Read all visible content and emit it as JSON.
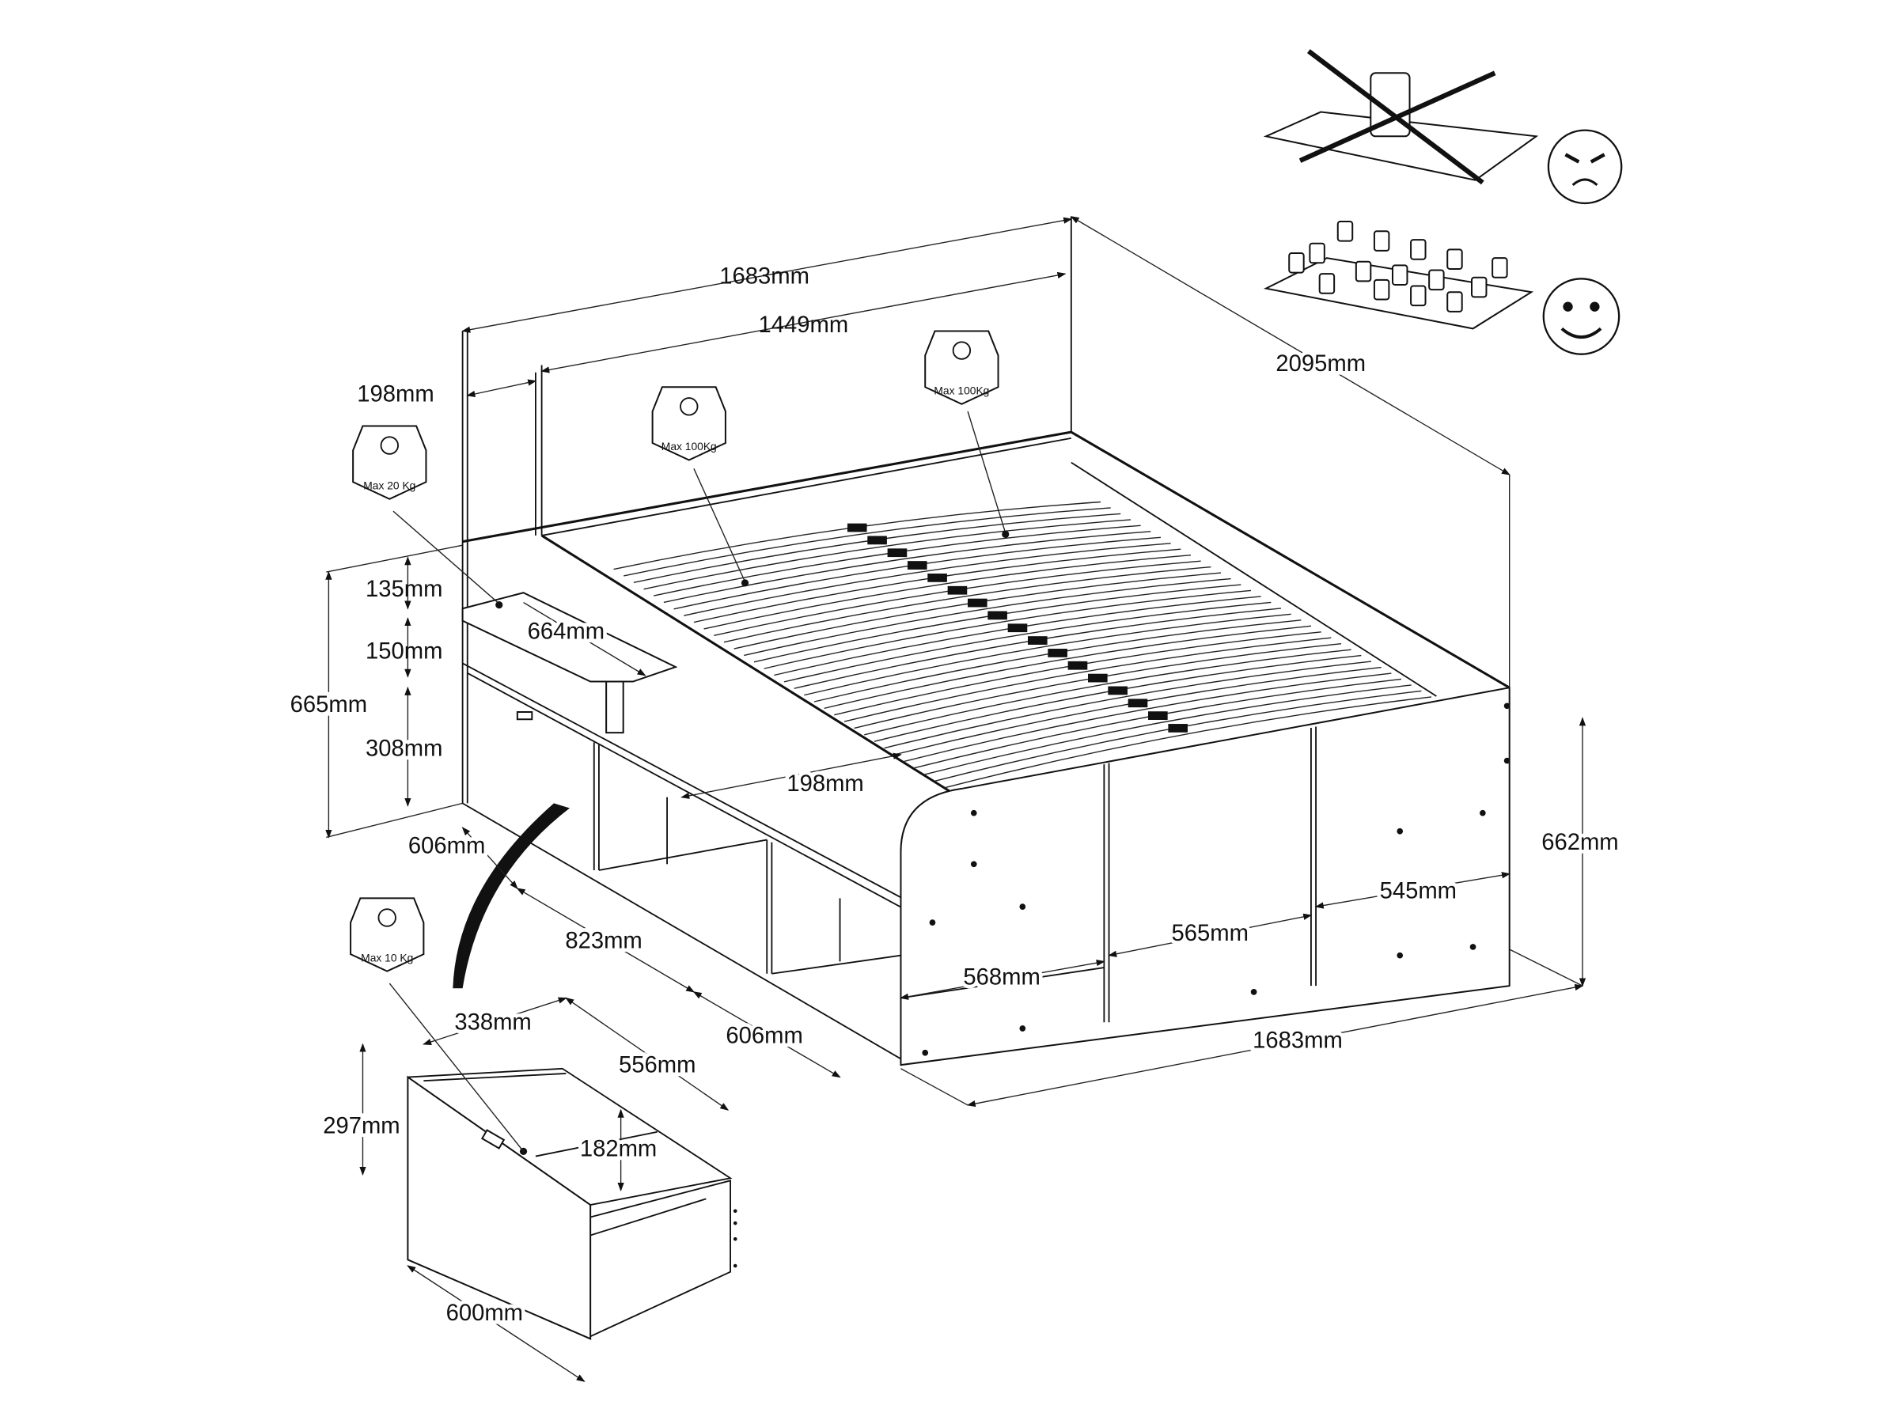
{
  "dimensions": {
    "overall_width_top": "1683mm",
    "slat_width": "1449mm",
    "side_shelf_width": "198mm",
    "overall_length": "2095mm",
    "shelf_gap_top": "135mm",
    "shelf_gap_middle": "150mm",
    "side_height": "665mm",
    "lower_compartment_height": "308mm",
    "shelf_length": "664mm",
    "side_depth": "198mm",
    "side_section_left": "606mm",
    "side_section_middle": "823mm",
    "side_section_right": "606mm",
    "foot_drawer_left": "568mm",
    "foot_drawer_middle": "565mm",
    "foot_drawer_right": "545mm",
    "foot_height": "662mm",
    "overall_width_bottom": "1683mm",
    "drawer_depth_top": "338mm",
    "drawer_length": "556mm",
    "drawer_height": "297mm",
    "drawer_inner_height": "182mm",
    "drawer_width": "600mm"
  },
  "load_labels": {
    "shelf": "Max 20  Kg",
    "slats_left": "Max 100Kg",
    "slats_right": "Max 100Kg",
    "drawer": "Max 10  Kg"
  },
  "load_guidance": {
    "bad_icon": "angry-face-icon",
    "good_icon": "smiling-face-icon"
  }
}
